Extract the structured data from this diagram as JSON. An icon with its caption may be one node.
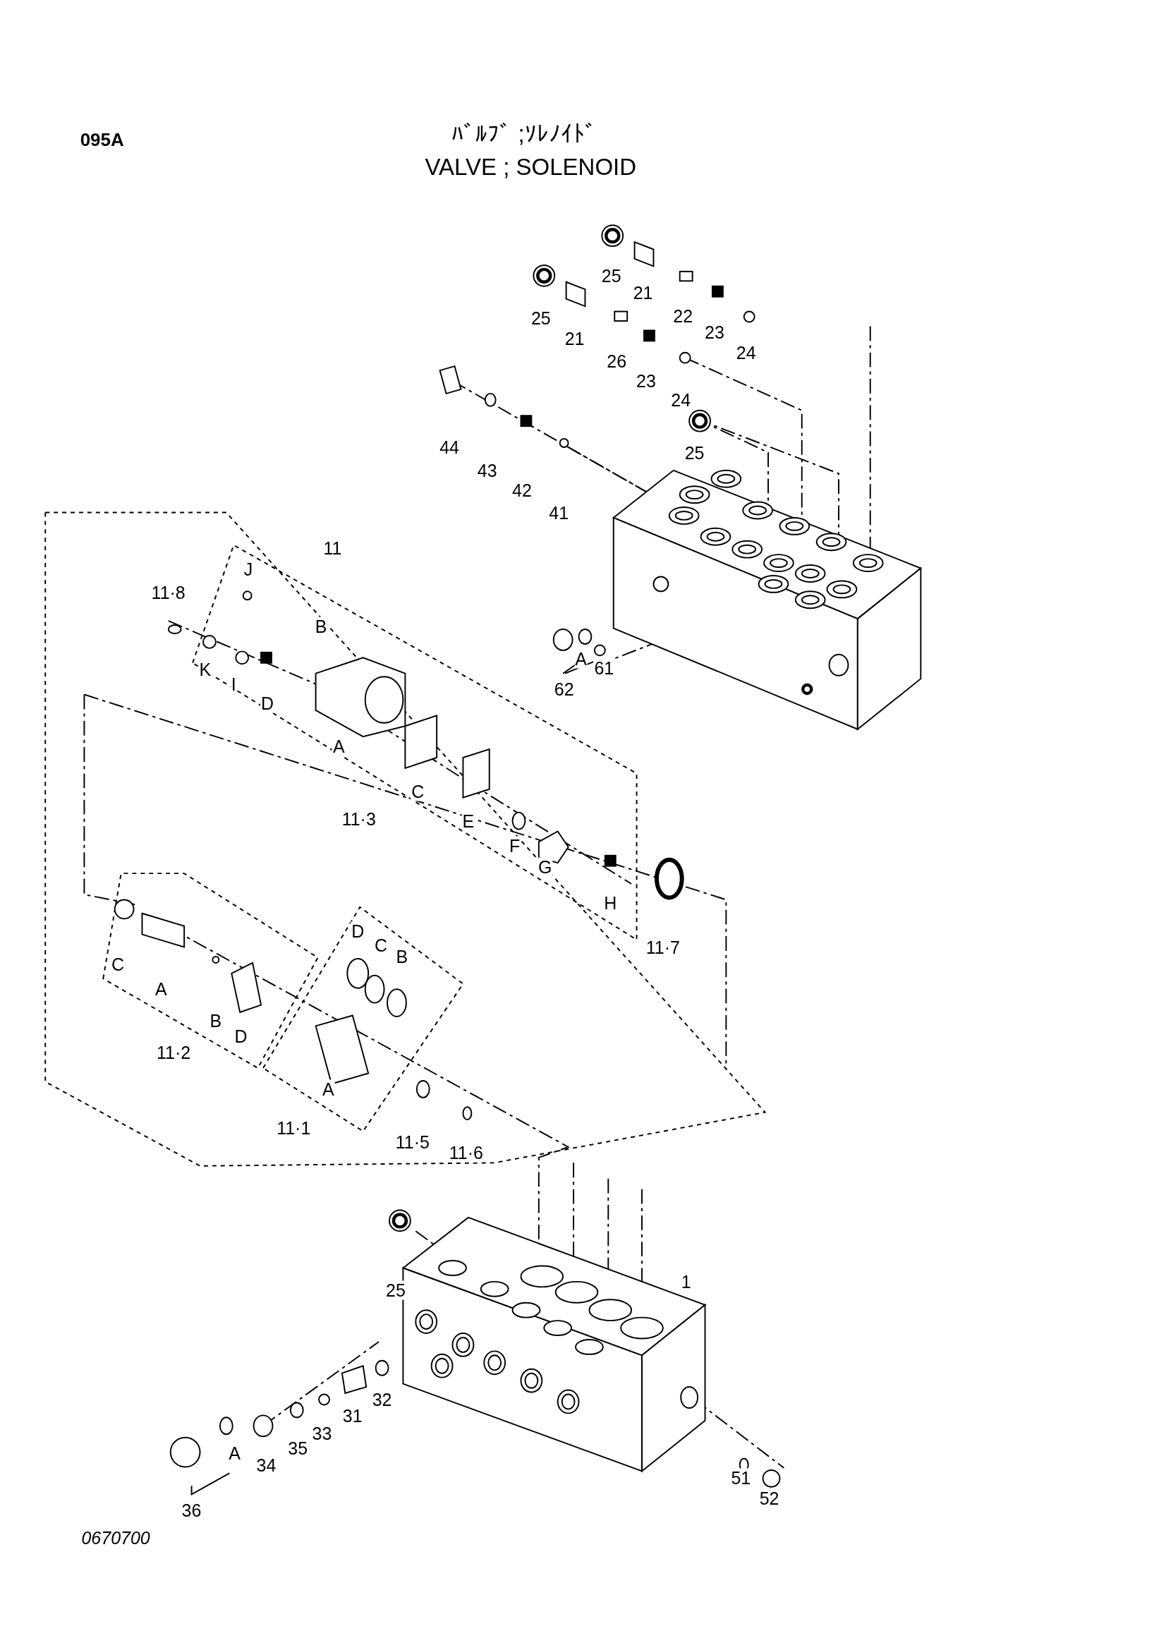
{
  "diagram": {
    "title": "ﾊﾞﾙﾌﾞ ;ｿﾚﾉｲﾄﾞ",
    "labels": [
      "095A",
      "VALVE ; SOLENOID",
      "25",
      "21",
      "25",
      "21",
      "22",
      "23",
      "24",
      "26",
      "23",
      "24",
      "44",
      "43",
      "25",
      "42",
      "41",
      "11",
      "J",
      "11·8",
      "B",
      "K",
      "I",
      "62",
      "A",
      "61",
      "D",
      "A",
      "11·3",
      "C",
      "E",
      "F",
      "G",
      "H",
      "D",
      "C",
      "B",
      "11·7",
      "C",
      "A",
      "B",
      "D",
      "11·2",
      "A",
      "11·1",
      "11·5",
      "11·6",
      "1",
      "25",
      "32",
      "31",
      "33",
      "35",
      "A",
      "34",
      "51",
      "52",
      "36",
      "0670700"
    ]
  }
}
